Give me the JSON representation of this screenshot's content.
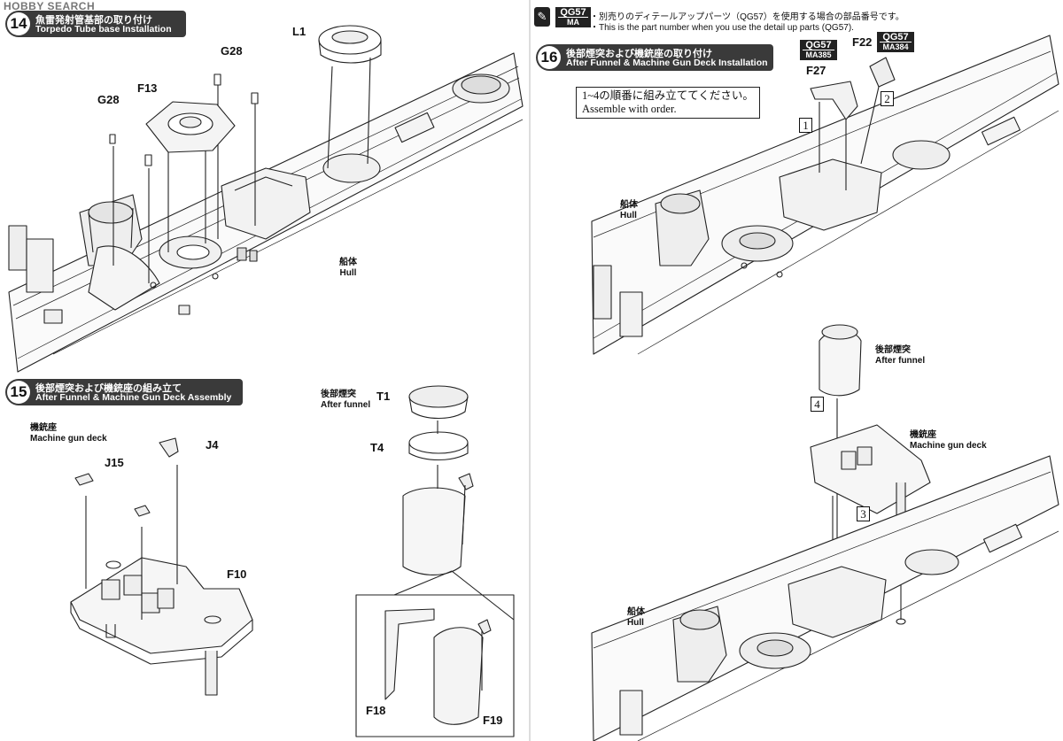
{
  "watermark": "HOBBY SEARCH",
  "header_note": {
    "tag_top": "QG57",
    "tag_bottom": "MA",
    "line_ja": "・別売りのディテールアップパーツ（QG57）を使用する場合の部品番号です。",
    "line_en": "・This is the part number when you use the detail up parts (QG57)."
  },
  "steps": {
    "s14": {
      "number": "14",
      "title_ja": "魚雷発射管基部の取り付け",
      "title_en": "Torpedo Tube base Installation"
    },
    "s15": {
      "number": "15",
      "title_ja": "後部煙突および機銃座の組み立て",
      "title_en": "After Funnel & Machine Gun Deck Assembly"
    },
    "s16": {
      "number": "16",
      "title_ja": "後部煙突および機銃座の取り付け",
      "title_en": "After Funnel & Machine Gun Deck Installation"
    }
  },
  "parts": {
    "L1": "L1",
    "G28a": "G28",
    "G28b": "G28",
    "F13": "F13",
    "J4": "J4",
    "J15": "J15",
    "F10": "F10",
    "T1": "T1",
    "T4": "T4",
    "F18": "F18",
    "F19": "F19",
    "F22": "F22",
    "F27": "F27"
  },
  "qg_tags": {
    "f27": {
      "top": "QG57",
      "bottom": "MA385"
    },
    "f22": {
      "top": "QG57",
      "bottom": "MA384"
    }
  },
  "labels": {
    "hull14": {
      "ja": "船体",
      "en": "Hull"
    },
    "hull16a": {
      "ja": "船体",
      "en": "Hull"
    },
    "hull16b": {
      "ja": "船体",
      "en": "Hull"
    },
    "mgdeck15": {
      "ja": "機銃座",
      "en": "Machine gun deck"
    },
    "funnel15": {
      "ja": "後部煙突",
      "en": "After funnel"
    },
    "funnel16": {
      "ja": "後部煙突",
      "en": "After funnel"
    },
    "mgdeck16": {
      "ja": "機銃座",
      "en": "Machine gun deck"
    }
  },
  "order_note": {
    "ja": "1~4の順番に組み立ててください。",
    "en": "Assemble with order."
  },
  "order_numbers": [
    "1",
    "2",
    "3",
    "4"
  ]
}
